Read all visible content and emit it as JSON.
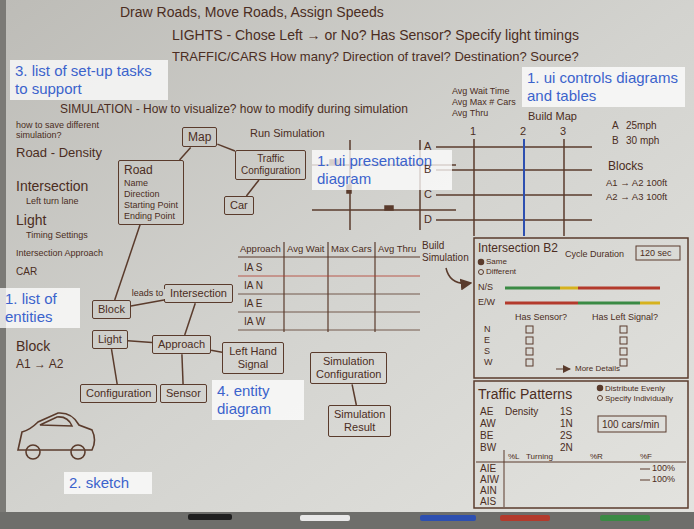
{
  "diagram": {
    "nodes": [
      {
        "text": [
          "3. list of set-up tasks to support"
        ]
      },
      {
        "text": [
          "1. ui controls diagrams and tables"
        ]
      },
      {
        "text": [
          "Map"
        ]
      },
      {
        "text": [
          "Traffic Configuration"
        ]
      },
      {
        "text": [
          "Road",
          "Name",
          "Direction",
          "Starting Point",
          "Ending Point"
        ]
      },
      {
        "text": [
          "Car"
        ]
      },
      {
        "text": [
          "1. ui presentation diagram"
        ]
      },
      {
        "text": [
          "Block"
        ]
      },
      {
        "text": [
          "Intersection"
        ]
      },
      {
        "text": [
          "1. list of entities"
        ]
      },
      {
        "text": [
          "Light"
        ]
      },
      {
        "text": [
          "Approach"
        ]
      },
      {
        "text": [
          "Configuration"
        ]
      },
      {
        "text": [
          "Sensor"
        ]
      },
      {
        "text": [
          "Left Hand Signal"
        ]
      },
      {
        "text": [
          "4. entity diagram"
        ]
      },
      {
        "text": [
          "Simulation Configuration"
        ]
      },
      {
        "text": [
          "Simulation Result"
        ]
      },
      {
        "text": [
          "2. sketch"
        ]
      }
    ],
    "edges": [
      {
        "from": 2,
        "to": 4,
        "arrow": "none"
      },
      {
        "from": 2,
        "to": 3,
        "arrow": "none"
      },
      {
        "from": 3,
        "to": 5,
        "arrow": "none"
      },
      {
        "from": 4,
        "to": 7,
        "arrow": "none"
      },
      {
        "from": 7,
        "to": 8,
        "label": "leads to",
        "arrow": "none"
      },
      {
        "from": 8,
        "to": 11,
        "arrow": "none"
      },
      {
        "from": 10,
        "to": 11,
        "arrow": "none"
      },
      {
        "from": 10,
        "to": 12,
        "arrow": "none"
      },
      {
        "from": 11,
        "to": 13,
        "arrow": "none"
      },
      {
        "from": 11,
        "to": 14,
        "arrow": "none"
      },
      {
        "from": 16,
        "to": 17,
        "arrow": "none"
      }
    ],
    "labels": [
      "Draw Roads, Move Roads, Assign Speeds",
      "LIGHTS - Chose Left → or No? Has Sensor? Specify light timings",
      "TRAFFIC/CARS How many? Direction of travel? Destination? Source?",
      "SIMULATION - How to visualize? how to modify during simulation",
      "how to save different simulation?",
      "Road - Density",
      "Intersection",
      "Left turn lane",
      "Light",
      "Timing Settings",
      "Intersection Approach",
      "CAR",
      "Block",
      "A1 → A2",
      "Run Simulation",
      "Approach",
      "Avg Wait",
      "Max Cars",
      "Avg Thru",
      "IA S",
      "IA N",
      "IA E",
      "IA W",
      "Avg Wait Time",
      "Avg Max # Cars",
      "Avg Thru",
      "Build Map",
      "1",
      "2",
      "3",
      "A",
      "B",
      "C",
      "D",
      "A",
      "25mph",
      "B",
      "30 mph",
      "Blocks",
      "A1 → A2 100ft",
      "A2 → A3 100ft",
      "Build Simulation",
      "Intersection B2",
      "Same",
      "Different",
      "Cycle Duration",
      "120 sec",
      "N/S",
      "E/W",
      "Has Sensor?",
      "Has Left Signal?",
      "N",
      "E",
      "S",
      "W",
      "More Details",
      "Traffic Patterns",
      "Distribute Evenly",
      "Specify Individually",
      "AE",
      "Density",
      "1S",
      "AW",
      "1N",
      "BE",
      "2S",
      "BW",
      "2N",
      "100 cars/min",
      "%L",
      "Turning",
      "%R",
      "%F",
      "AIE",
      "AIW",
      "AIN",
      "AIS",
      "100%",
      "100%"
    ]
  }
}
